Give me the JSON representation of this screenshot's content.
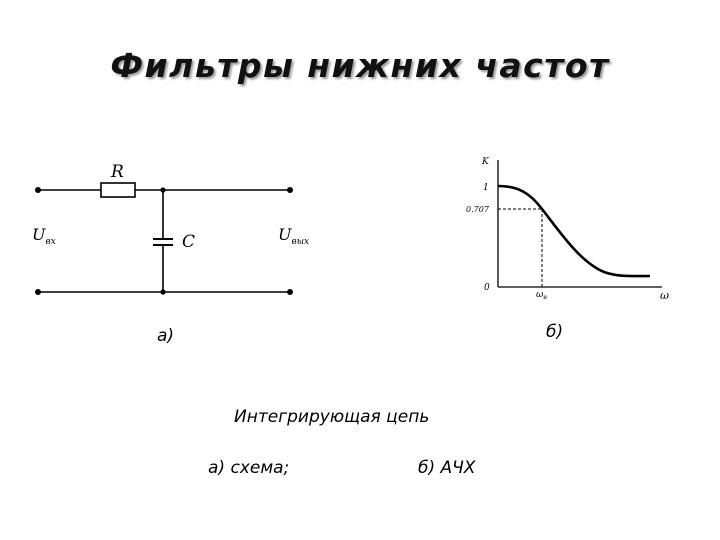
{
  "title": "Фильтры нижних частот",
  "circuit": {
    "resistor_label": "R",
    "capacitor_label": "C",
    "input_label_main": "U",
    "input_label_sub": "вх",
    "output_label_main": "U",
    "output_label_sub": "вых",
    "caption": "а)"
  },
  "response": {
    "y_axis_label": "K",
    "y_tick_1": "1",
    "y_tick_0707": "0.707",
    "origin_label": "0",
    "x_axis_label": "ω",
    "cutoff_label_main": "ω",
    "cutoff_label_sub": "в",
    "caption": "б)"
  },
  "description": {
    "heading": "Интегрирующая цепь",
    "part_a": "а) схема;",
    "part_b": "б) АЧХ"
  },
  "colors": {
    "line": "#000000",
    "title_shadow": "#9a9a9a"
  }
}
